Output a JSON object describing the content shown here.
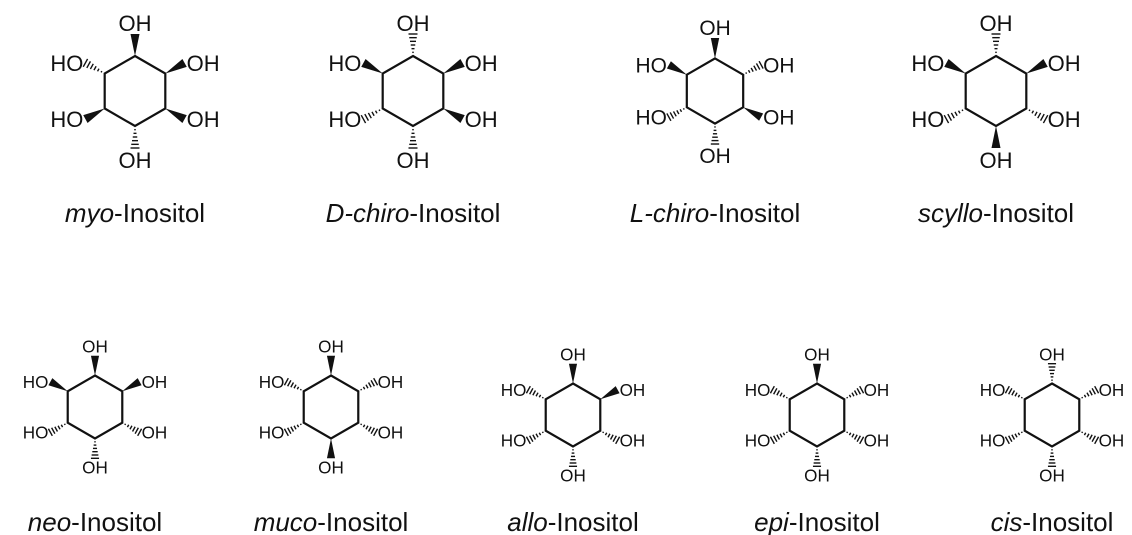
{
  "figure": {
    "molecules": [
      {
        "prefix": "myo",
        "name": "-Inositol",
        "bonds": [
          "W",
          "W",
          "W",
          "H",
          "W",
          "H"
        ]
      },
      {
        "prefix": "D-chiro",
        "name": "-Inositol",
        "bonds": [
          "H",
          "W",
          "W",
          "H",
          "H",
          "W"
        ]
      },
      {
        "prefix": "L-chiro",
        "name": "-Inositol",
        "bonds": [
          "W",
          "H",
          "W",
          "H",
          "H",
          "W"
        ]
      },
      {
        "prefix": "scyllo",
        "name": "-Inositol",
        "bonds": [
          "H",
          "W",
          "H",
          "W",
          "H",
          "W"
        ]
      },
      {
        "prefix": "neo",
        "name": "-Inositol",
        "bonds": [
          "W",
          "W",
          "H",
          "H",
          "H",
          "W"
        ]
      },
      {
        "prefix": "muco",
        "name": "-Inositol",
        "bonds": [
          "W",
          "H",
          "H",
          "W",
          "H",
          "H"
        ]
      },
      {
        "prefix": "allo",
        "name": "-Inositol",
        "bonds": [
          "W",
          "W",
          "H",
          "H",
          "H",
          "H"
        ]
      },
      {
        "prefix": "epi",
        "name": "-Inositol",
        "bonds": [
          "W",
          "H",
          "H",
          "H",
          "H",
          "H"
        ]
      },
      {
        "prefix": "cis",
        "name": "-Inositol",
        "bonds": [
          "H",
          "H",
          "H",
          "H",
          "H",
          "H"
        ]
      }
    ],
    "substituent_label": "OH",
    "substituent_label_left": "HO"
  }
}
